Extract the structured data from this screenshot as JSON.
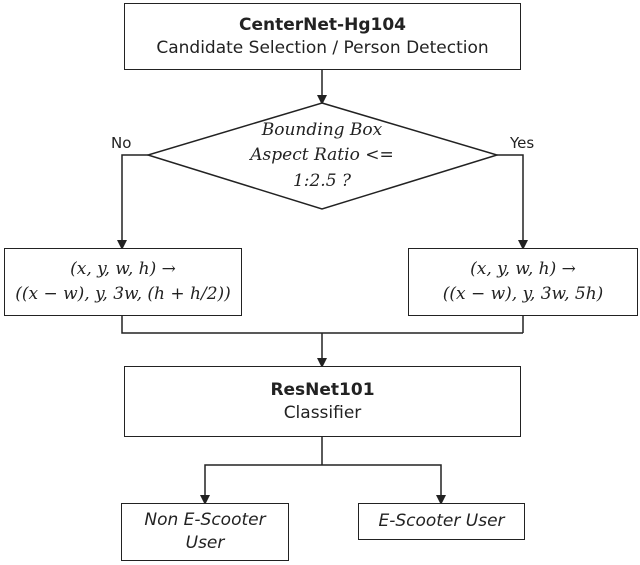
{
  "top_box": {
    "title": "CenterNet-Hg104",
    "subtitle": "Candidate Selection / Person Detection"
  },
  "decision": {
    "line1": "Bounding Box",
    "line2": "Aspect Ratio <=",
    "line3": "1:2.5 ?"
  },
  "branch_no_label": "No",
  "branch_yes_label": "Yes",
  "left_box": {
    "line1": "(x, y, w, h) →",
    "line2": "((x − w), y, 3w, (h + h/2))"
  },
  "right_box": {
    "line1": "(x, y, w, h) →",
    "line2": "((x − w), y, 3w, 5h)"
  },
  "classifier_box": {
    "title": "ResNet101",
    "subtitle": "Classifier"
  },
  "out_left": {
    "line1": "Non E-Scooter",
    "line2": "User"
  },
  "out_right": {
    "label": "E-Scooter User"
  }
}
